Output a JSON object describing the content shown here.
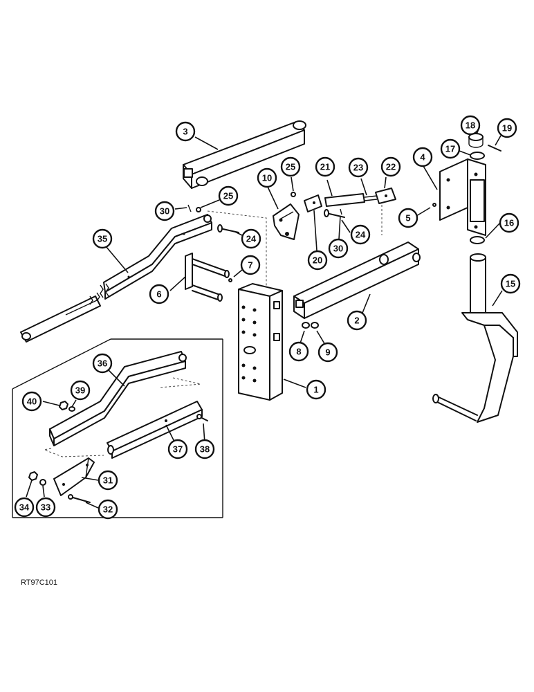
{
  "figure_code": "RT97C101",
  "callouts": [
    "1",
    "2",
    "3",
    "4",
    "5",
    "6",
    "7",
    "8",
    "9",
    "10",
    "15",
    "16",
    "17",
    "18",
    "19",
    "20",
    "21",
    "22",
    "23",
    "24",
    "25",
    "30",
    "31",
    "32",
    "33",
    "34",
    "35",
    "36",
    "37",
    "38",
    "39",
    "40"
  ]
}
